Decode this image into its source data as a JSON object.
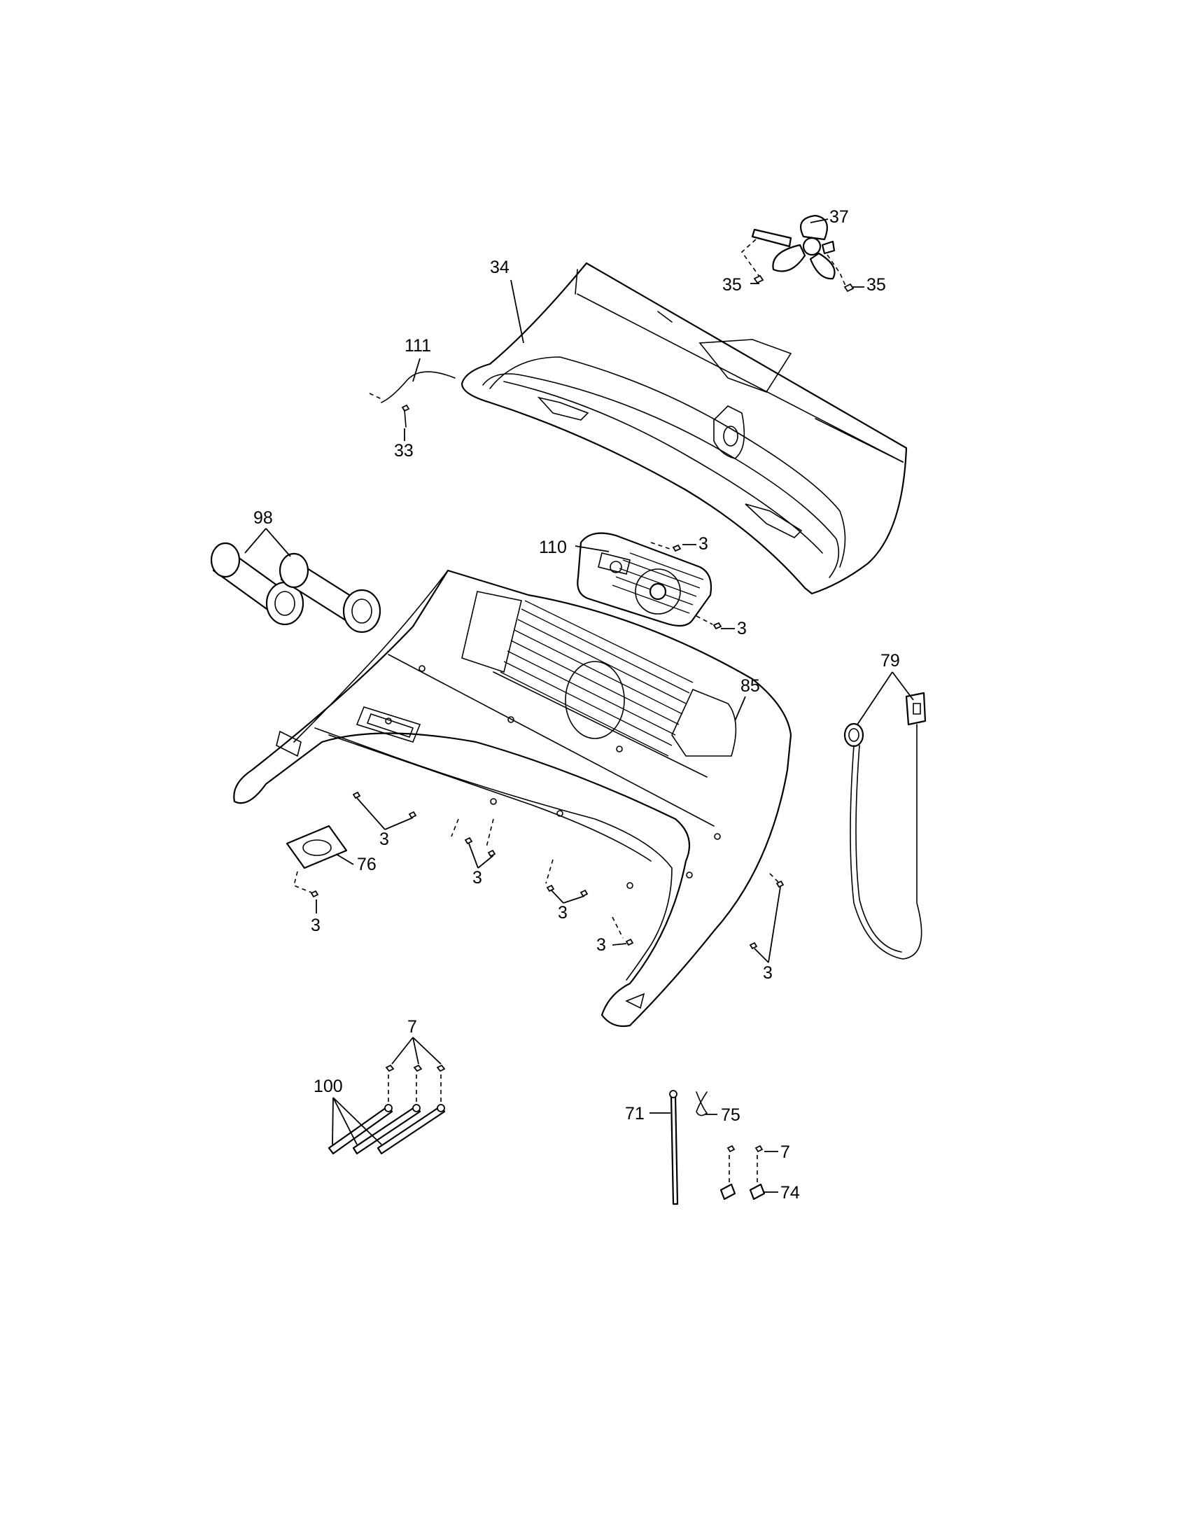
{
  "callouts": {
    "c37": "37",
    "c35a": "35",
    "c35b": "35",
    "c34": "34",
    "c111": "111",
    "c33": "33",
    "c98": "98",
    "c110": "110",
    "c3_110a": "3",
    "c3_110b": "3",
    "c85": "85",
    "c79": "79",
    "c3_left": "3",
    "c76": "76",
    "c3_76": "3",
    "c3_mid": "3",
    "c3_mid2": "3",
    "c3_low": "3",
    "c3_right": "3",
    "c7": "7",
    "c100": "100",
    "c71": "71",
    "c75": "75",
    "c7b": "7",
    "c74": "74"
  }
}
